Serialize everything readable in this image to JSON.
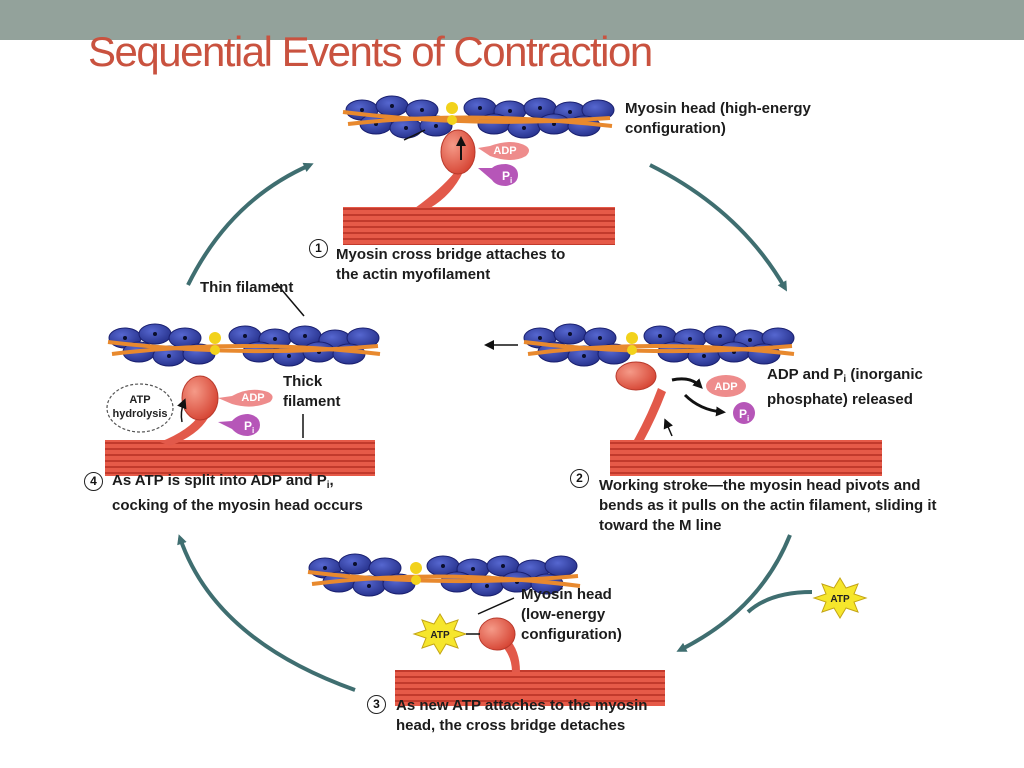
{
  "title": "Sequential Events of Contraction",
  "colors": {
    "header_bar": "#93a29b",
    "title": "#c9523f",
    "actin_bead": "#2f3a9e",
    "tropomyosin": "#e8892e",
    "troponin": "#f2d21b",
    "myosin": "#e2594a",
    "cycle_arrow": "#3f6e70",
    "adp_badge": "#ee8c8c",
    "pi_badge": "#b656b8",
    "atp_star": "#f6e62c"
  },
  "steps": [
    {
      "number": "1",
      "line1": "Myosin cross bridge attaches to",
      "line2": "the actin myofilament"
    },
    {
      "number": "2",
      "line1": "Working stroke—the myosin head pivots and",
      "line2": "bends as it pulls on the actin filament, sliding it",
      "line3": "toward the M line"
    },
    {
      "number": "3",
      "line1": "As new ATP attaches to the myosin",
      "line2": "head, the cross bridge detaches"
    },
    {
      "number": "4",
      "line1_a": "As ATP is split into ADP and P",
      "line1_sub": "i",
      "line1_b": ",",
      "line2": "cocking of the myosin head occurs"
    }
  ],
  "labels": {
    "myosin_high_line1": "Myosin head (high-energy",
    "myosin_high_line2": "configuration)",
    "thin_filament": "Thin filament",
    "thick_line1": "Thick",
    "thick_line2": "filament",
    "adp_released_a": "ADP and P",
    "adp_released_sub": "i",
    "adp_released_b": " (inorganic",
    "adp_released_line2": "phosphate) released",
    "myosin_low_line1": "Myosin head",
    "myosin_low_line2": "(low-energy",
    "myosin_low_line3": "configuration)"
  },
  "badges": {
    "adp": "ADP",
    "pi_main": "P",
    "pi_sub": "i",
    "atp": "ATP",
    "atp_hydrolysis_line1": "ATP",
    "atp_hydrolysis_line2": "hydrolysis"
  }
}
